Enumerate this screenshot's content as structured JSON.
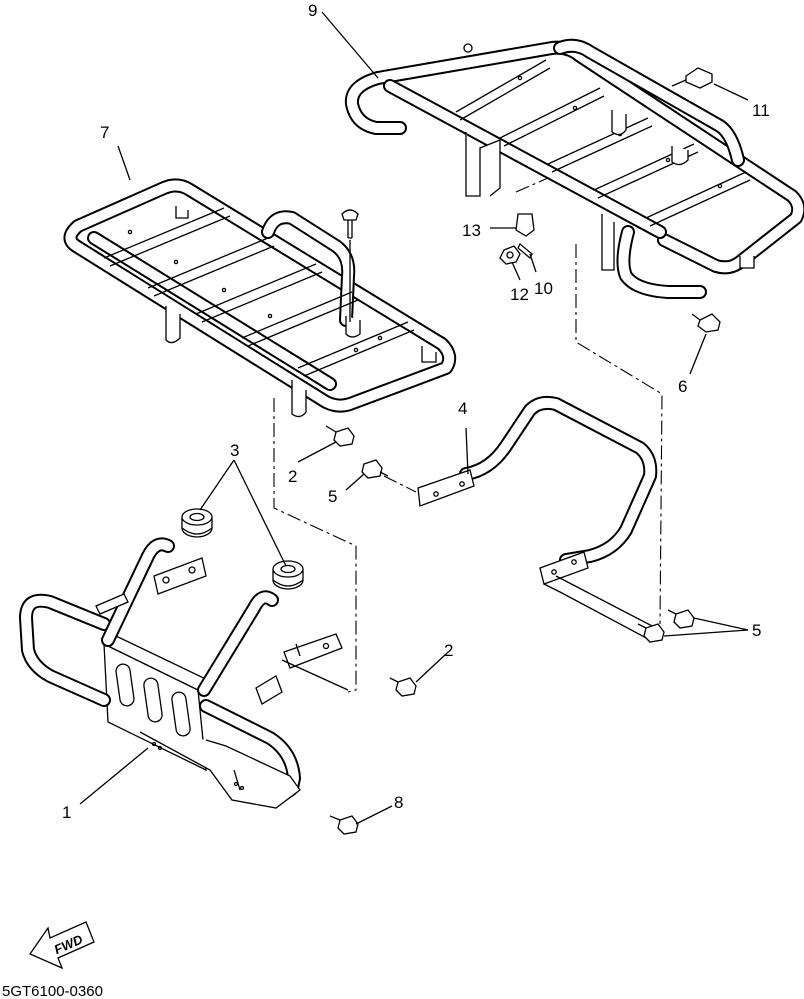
{
  "callouts": [
    "1",
    "2",
    "2",
    "3",
    "4",
    "5",
    "5",
    "6",
    "7",
    "8",
    "9",
    "10",
    "11",
    "12",
    "13"
  ],
  "fwd_label": "FWD",
  "diagram_code": "5GT6100-0360"
}
